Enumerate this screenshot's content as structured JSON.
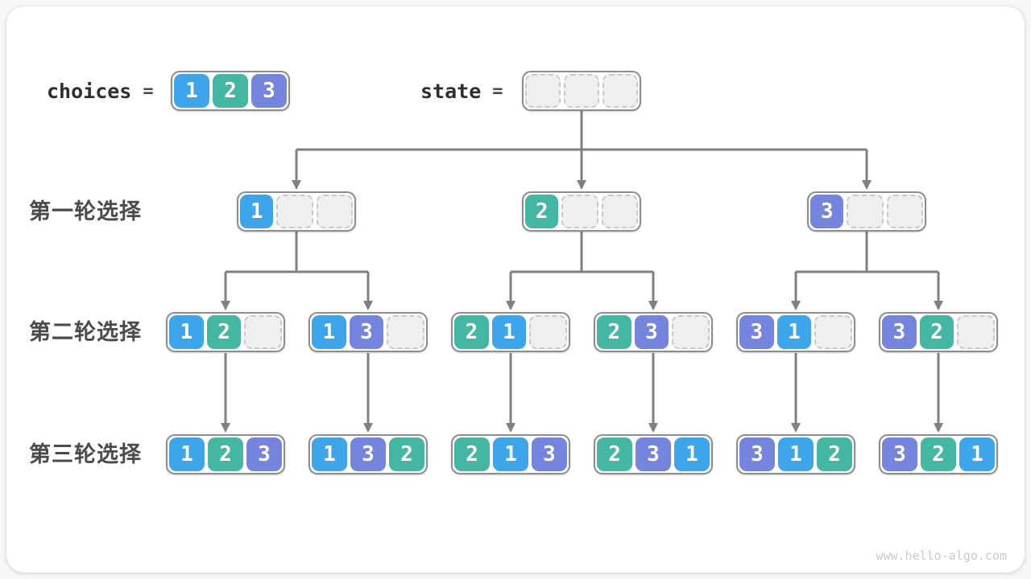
{
  "page": {
    "watermark": "www.hello-algo.com"
  },
  "colors": {
    "1": "#3da5e9",
    "2": "#43b7a1",
    "3": "#7584dc",
    "empty_fill": "#efefef",
    "empty_border": "#c9c9c9",
    "arrow": "#808080"
  },
  "header": {
    "choices_label": "choices",
    "state_label": "state",
    "equals_sign": "=",
    "choices_cells": [
      "1",
      "2",
      "3"
    ],
    "state_cells": [
      "",
      "",
      ""
    ]
  },
  "rounds": [
    {
      "label": "第一轮选择",
      "boxes": [
        [
          "1",
          "",
          ""
        ],
        [
          "2",
          "",
          ""
        ],
        [
          "3",
          "",
          ""
        ]
      ]
    },
    {
      "label": "第二轮选择",
      "boxes": [
        [
          "1",
          "2",
          ""
        ],
        [
          "1",
          "3",
          ""
        ],
        [
          "2",
          "1",
          ""
        ],
        [
          "2",
          "3",
          ""
        ],
        [
          "3",
          "1",
          ""
        ],
        [
          "3",
          "2",
          ""
        ]
      ]
    },
    {
      "label": "第三轮选择",
      "boxes": [
        [
          "1",
          "2",
          "3"
        ],
        [
          "1",
          "3",
          "2"
        ],
        [
          "2",
          "1",
          "3"
        ],
        [
          "2",
          "3",
          "1"
        ],
        [
          "3",
          "1",
          "2"
        ],
        [
          "3",
          "2",
          "1"
        ]
      ]
    }
  ]
}
